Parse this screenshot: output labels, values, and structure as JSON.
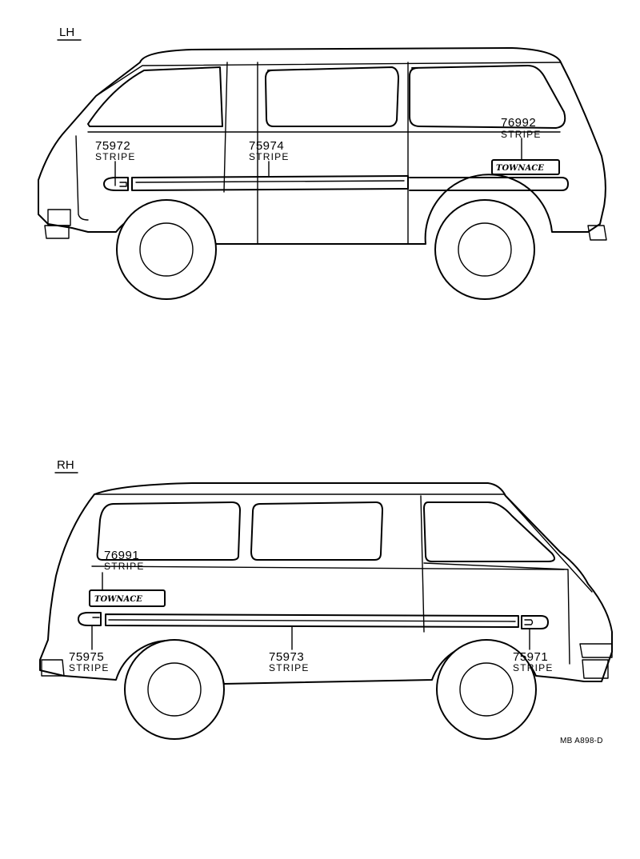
{
  "sections": {
    "lh": {
      "title": "LH",
      "callouts": [
        {
          "id": "c-75972",
          "number": "75972",
          "label": "STRIPE"
        },
        {
          "id": "c-75974",
          "number": "75974",
          "label": "STRIPE"
        },
        {
          "id": "c-76992",
          "number": "76992",
          "label": "STRIPE"
        }
      ]
    },
    "rh": {
      "title": "RH",
      "callouts": [
        {
          "id": "c-76991",
          "number": "76991",
          "label": "STRIPE"
        },
        {
          "id": "c-75975",
          "number": "75975",
          "label": "STRIPE"
        },
        {
          "id": "c-75973",
          "number": "75973",
          "label": "STRIPE"
        },
        {
          "id": "c-75971",
          "number": "75971",
          "label": "STRIPE"
        }
      ]
    }
  },
  "figure_code": "MB A898-D"
}
